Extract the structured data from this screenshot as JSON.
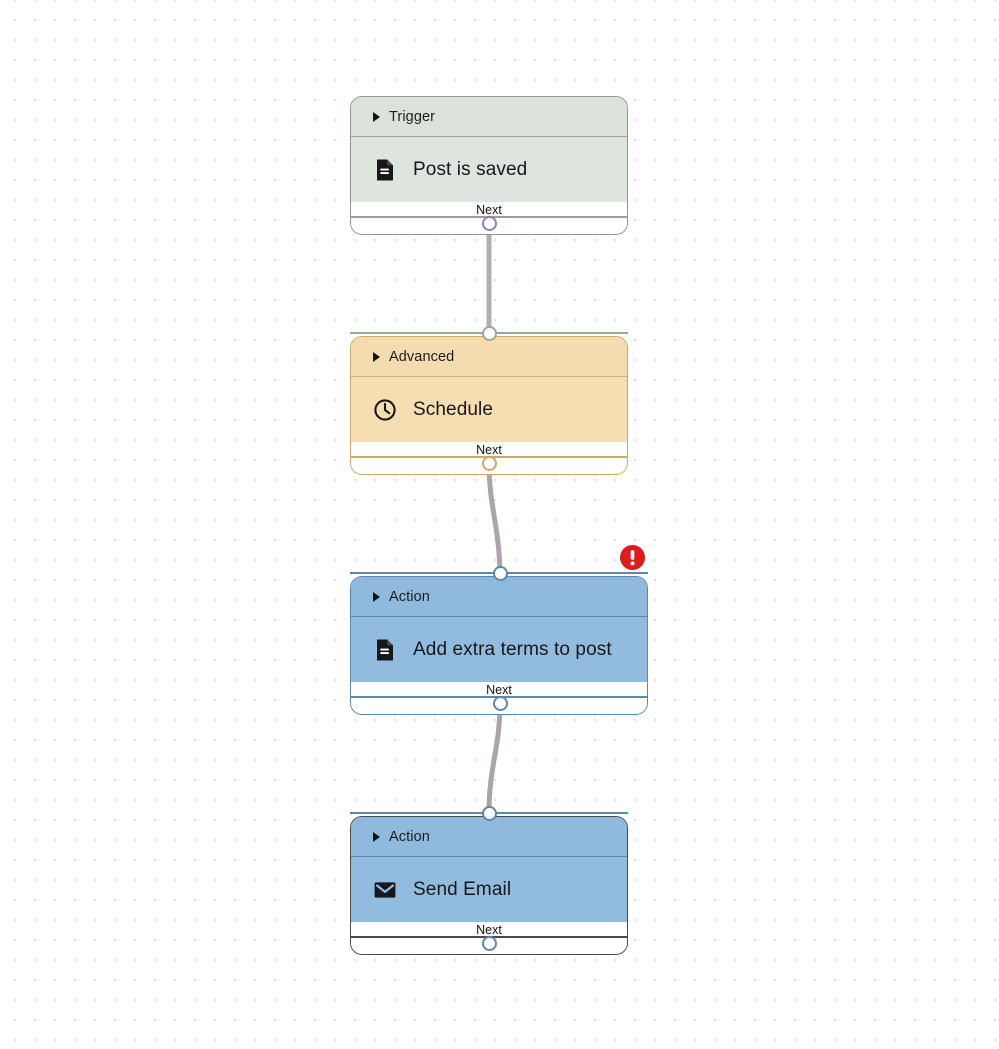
{
  "canvas": {
    "grid": "dot-grid",
    "background_color": "#ffffff",
    "dot_color": "#d8d8d8"
  },
  "nodes": [
    {
      "id": "trigger-post-is-saved",
      "category": "Trigger",
      "title": "Post is saved",
      "icon": "document-icon",
      "footer_label": "Next",
      "theme": "trigger",
      "header_color": "#dbe2dc",
      "body_color": "#dee5df",
      "border_color": "#8d9a93",
      "has_error": false
    },
    {
      "id": "advanced-schedule",
      "category": "Advanced",
      "title": "Schedule",
      "icon": "clock-icon",
      "footer_label": "Next",
      "theme": "advanced",
      "header_color": "#f4dcb0",
      "body_color": "#f6deb3",
      "border_color": "#cfa963",
      "has_error": false
    },
    {
      "id": "action-add-extra-terms-to-post",
      "category": "Action",
      "title": "Add extra terms to post",
      "icon": "document-icon",
      "footer_label": "Next",
      "theme": "action",
      "header_color": "#8fbade",
      "body_color": "#92bcdf",
      "border_color": "#5d87b0",
      "has_error": true,
      "error_icon": "error-exclamation-icon",
      "error_color": "#dd1d1d"
    },
    {
      "id": "action-send-email",
      "category": "Action",
      "title": "Send Email",
      "icon": "envelope-icon",
      "footer_label": "Next",
      "theme": "action-dark",
      "header_color": "#8fbade",
      "body_color": "#92bcdf",
      "border_color": "#4a4a4a",
      "has_error": false
    }
  ],
  "ports": [
    {
      "id": "port-trigger-out",
      "ring_color": "#9c7ba8"
    },
    {
      "id": "port-advanced-in",
      "ring_color": "#9aa8a0"
    },
    {
      "id": "port-advanced-out",
      "ring_color": "#cfa963"
    },
    {
      "id": "port-action1-in",
      "ring_color": "#5d87b0"
    },
    {
      "id": "port-action1-out",
      "ring_color": "#5d87b0"
    },
    {
      "id": "port-action2-in",
      "ring_color": "#5d87b0"
    },
    {
      "id": "port-action2-out",
      "ring_color": "#5d87b0"
    }
  ],
  "edges": [
    {
      "id": "edge-trigger-to-advanced",
      "from": "trigger-post-is-saved",
      "to": "advanced-schedule",
      "color": "#b3aeb5"
    },
    {
      "id": "edge-advanced-to-action1",
      "from": "advanced-schedule",
      "to": "action-add-extra-terms-to-post",
      "color": "#a9a5ab"
    },
    {
      "id": "edge-action1-to-action2",
      "from": "action-add-extra-terms-to-post",
      "to": "action-send-email",
      "color": "#a9a5ab"
    }
  ]
}
